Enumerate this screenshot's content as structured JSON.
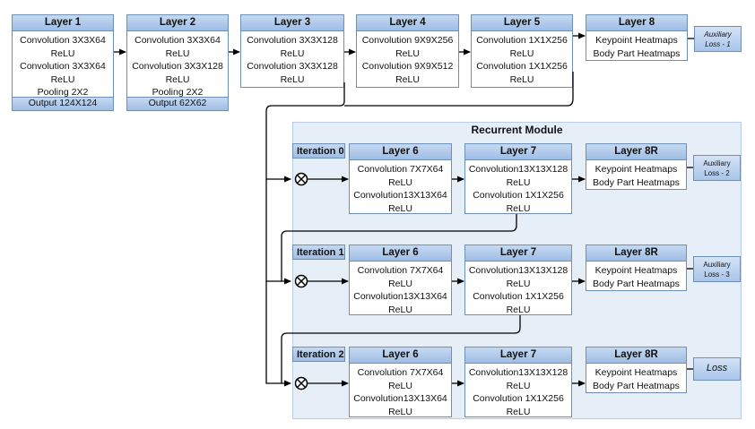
{
  "top_layers": [
    {
      "title": "Layer 1",
      "lines": [
        "Convolution 3X3X64",
        "ReLU",
        "Convolution 3X3X64",
        "ReLU",
        "Pooling 2X2"
      ],
      "footer": "Output 124X124"
    },
    {
      "title": "Layer 2",
      "lines": [
        "Convolution 3X3X64",
        "ReLU",
        "Convolution 3X3X128",
        "ReLU",
        "Pooling 2X2"
      ],
      "footer": "Output 62X62"
    },
    {
      "title": "Layer 3",
      "lines": [
        "Convolution 3X3X128",
        "ReLU",
        "Convolution 3X3X128",
        "ReLU"
      ]
    },
    {
      "title": "Layer 4",
      "lines": [
        "Convolution 9X9X256",
        "ReLU",
        "Convolution 9X9X512",
        "ReLU"
      ]
    },
    {
      "title": "Layer 5",
      "lines": [
        "Convolution 1X1X256",
        "ReLU",
        "Convolution 1X1X256",
        "ReLU"
      ]
    },
    {
      "title": "Layer 8",
      "lines": [
        "Keypoint Heatmaps",
        "Body Part Heatmaps"
      ]
    }
  ],
  "top_loss": [
    "Auxiliary",
    "Loss - 1"
  ],
  "module_title": "Recurrent Module",
  "iterations": [
    {
      "label": "Iteration 0",
      "layer6": {
        "title": "Layer 6",
        "lines": [
          "Convolution 7X7X64",
          "ReLU",
          "Convolution13X13X64",
          "ReLU"
        ]
      },
      "layer7": {
        "title": "Layer 7",
        "lines": [
          "Convolution13X13X128",
          "ReLU",
          "Convolution 1X1X256",
          "ReLU"
        ]
      },
      "layer8": {
        "title": "Layer 8R",
        "lines": [
          "Keypoint Heatmaps",
          "Body Part Heatmaps"
        ]
      },
      "loss": [
        "Auxiliary",
        "Loss - 2"
      ]
    },
    {
      "label": "Iteration 1",
      "layer6": {
        "title": "Layer 6",
        "lines": [
          "Convolution 7X7X64",
          "ReLU",
          "Convolution13X13X64",
          "ReLU"
        ]
      },
      "layer7": {
        "title": "Layer 7",
        "lines": [
          "Convolution13X13X128",
          "ReLU",
          "Convolution 1X1X256",
          "ReLU"
        ]
      },
      "layer8": {
        "title": "Layer 8R",
        "lines": [
          "Keypoint Heatmaps",
          "Body Part Heatmaps"
        ]
      },
      "loss": [
        "Auxiliary",
        "Loss - 3"
      ]
    },
    {
      "label": "Iteration 2",
      "layer6": {
        "title": "Layer 6",
        "lines": [
          "Convolution 7X7X64",
          "ReLU",
          "Convolution13X13X64",
          "ReLU"
        ]
      },
      "layer7": {
        "title": "Layer 7",
        "lines": [
          "Convolution13X13X128",
          "ReLU",
          "Convolution 1X1X256",
          "ReLU"
        ]
      },
      "layer8": {
        "title": "Layer 8R",
        "lines": [
          "Keypoint Heatmaps",
          "Body Part Heatmaps"
        ]
      },
      "loss": [
        "Loss"
      ]
    }
  ]
}
